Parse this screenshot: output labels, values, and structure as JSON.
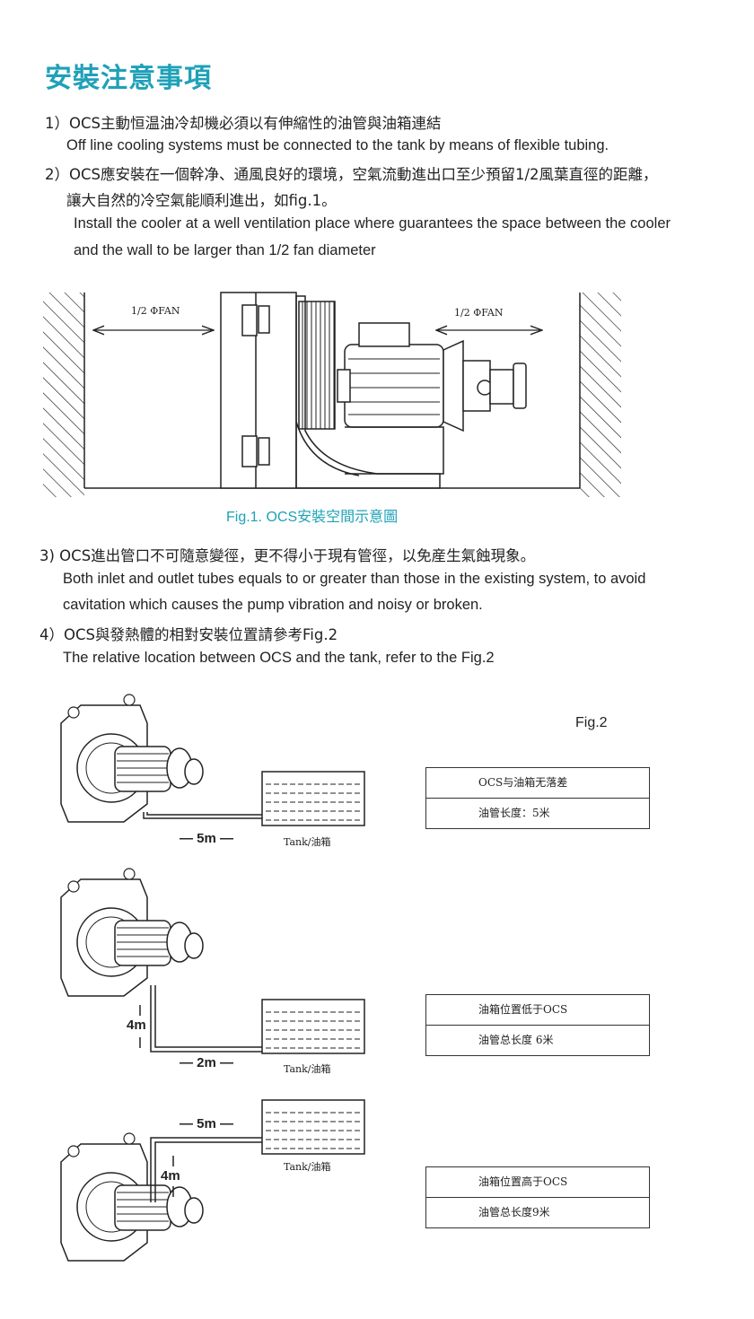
{
  "title": "安裝注意事項",
  "items": [
    {
      "zh": "1）OCS主動恒温油冷却機必須以有伸縮性的油管與油箱連結",
      "en": [
        "Off line cooling systems must be connected to the tank by means of flexible tubing."
      ]
    },
    {
      "zh": "2）OCS應安裝在一個幹净、通風良好的環境，空氣流動進出口至少預留1/2風葉直徑的距離，",
      "zh2": "讓大自然的冷空氣能順利進出，如fig.1。",
      "en": [
        "Install the cooler at a well ventilation place where guarantees the space between the cooler",
        "and the wall to be larger than 1/2 fan diameter"
      ]
    },
    {
      "zh": "3) OCS進出管口不可隨意變徑，更不得小于現有管徑，以免産生氣蝕現象。",
      "en": [
        "Both inlet and outlet tubes equals to or greater than those in the existing system, to avoid",
        "cavitation which causes the pump vibration and noisy or broken."
      ]
    },
    {
      "zh": "4）OCS與發熱體的相對安裝位置請參考Fig.2",
      "en": [
        "The relative location between OCS and the tank, refer to the Fig.2"
      ]
    }
  ],
  "fig1": {
    "left_label": "1/2  ΦFAN",
    "right_label": "1/2  ΦFAN",
    "caption": "Fig.1.   OCS安裝空間示意圖"
  },
  "fig2": {
    "label": "Fig.2",
    "scenarios": [
      {
        "rows": [
          "OCS与油箱无落差",
          "油管长度：5米"
        ],
        "horizontal": "— 5m —",
        "tank_label": "Tank/油箱"
      },
      {
        "rows": [
          "油箱位置低于OCS",
          "油管总长度 6米"
        ],
        "horizontal": "— 2m —",
        "vertical": "4m",
        "tank_label": "Tank/油箱"
      },
      {
        "rows": [
          "油箱位置高于OCS",
          "油管总长度9米"
        ],
        "horizontal": "— 5m —",
        "vertical": "4m",
        "tank_label": "Tank/油箱"
      }
    ]
  }
}
